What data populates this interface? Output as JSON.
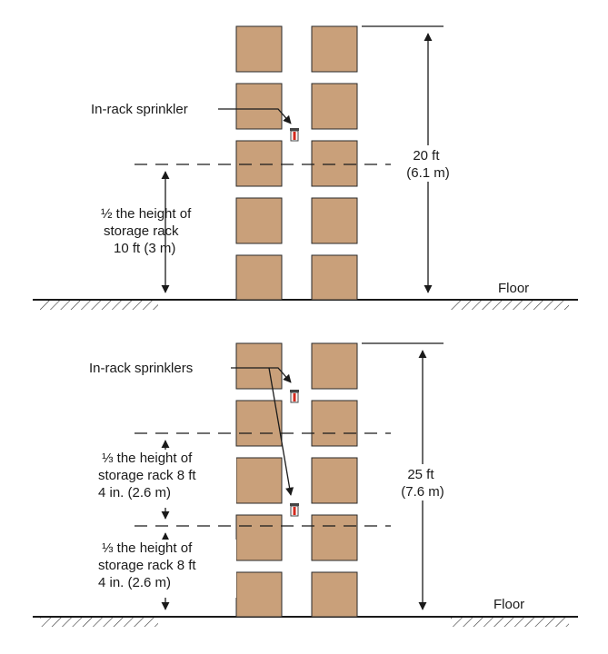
{
  "colors": {
    "box_fill": "#c9a07a",
    "box_stroke": "#2a2a2a",
    "line": "#1a1a1a",
    "sprinkler_red": "#d42a1e"
  },
  "top": {
    "sprinkler_label": "In-rack sprinkler",
    "half_label": [
      "½ the height of",
      "storage rack",
      "10 ft (3 m)"
    ],
    "total_height": [
      "20 ft",
      "(6.1 m)"
    ],
    "floor_label": "Floor"
  },
  "bottom": {
    "sprinkler_label": "In-rack sprinklers",
    "third_label_upper": [
      "⅓ the height of",
      "storage rack 8 ft",
      "4 in. (2.6 m)"
    ],
    "third_label_lower": [
      "⅓ the height of",
      "storage rack 8 ft",
      "4 in. (2.6 m)"
    ],
    "total_height": [
      "25 ft",
      "(7.6 m)"
    ],
    "floor_label": "Floor"
  }
}
